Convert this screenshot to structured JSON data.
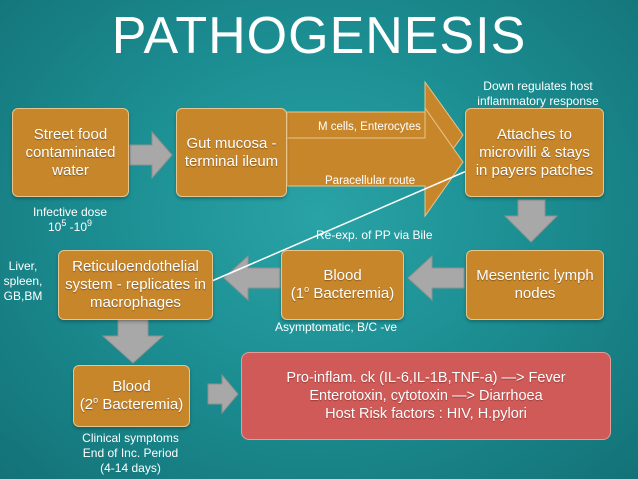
{
  "title": "PATHOGENESIS",
  "boxes": {
    "street_food": [
      "Street food",
      "contaminated",
      "water"
    ],
    "gut_mucosa": [
      "Gut mucosa -",
      "terminal ileum"
    ],
    "attaches": [
      "Attaches to",
      "microvilli & stays",
      "in payers patches"
    ],
    "mesenteric": [
      "Mesenteric lymph",
      "nodes"
    ],
    "blood1": {
      "line1": "Blood",
      "prefix": "(1",
      "sup": "o",
      "suffix": " Bacteremia)"
    },
    "reticulo": [
      "Reticuloendothelial",
      "system - replicates in",
      "macrophages"
    ],
    "blood2": {
      "line1": "Blood",
      "prefix": "(2",
      "sup": "o",
      "suffix": " Bacteremia)"
    }
  },
  "red_box": [
    "Pro-inflam. ck (IL-6,IL-1B,TNF-a) —> Fever",
    "Enterotoxin, cytotoxin —> Diarrhoea",
    "Host Risk factors : HIV, H.pylori"
  ],
  "notes": {
    "m_cells": "M cells, Enterocytes",
    "paracellular": "Paracellular route",
    "down_regulates": [
      "Down regulates host",
      "inflammatory response"
    ],
    "infective_dose": {
      "line1": "Infective dose",
      "base1": "10",
      "exp1": "5",
      "sep": " -10",
      "exp2": "9"
    },
    "re_exp": "Re-exp. of PP via Bile",
    "liver": [
      "Liver,",
      "spleen,",
      "GB,BM"
    ],
    "asymptomatic": "Asymptomatic, B/C -ve",
    "clinical": [
      "Clinical symptoms",
      "End of Inc. Period",
      "(4-14 days)"
    ]
  },
  "colors": {
    "background": "#1c8f93",
    "box_fill": "#c8862b",
    "red_fill": "#d05a57",
    "arrow_fill": "#a8a8a8"
  }
}
